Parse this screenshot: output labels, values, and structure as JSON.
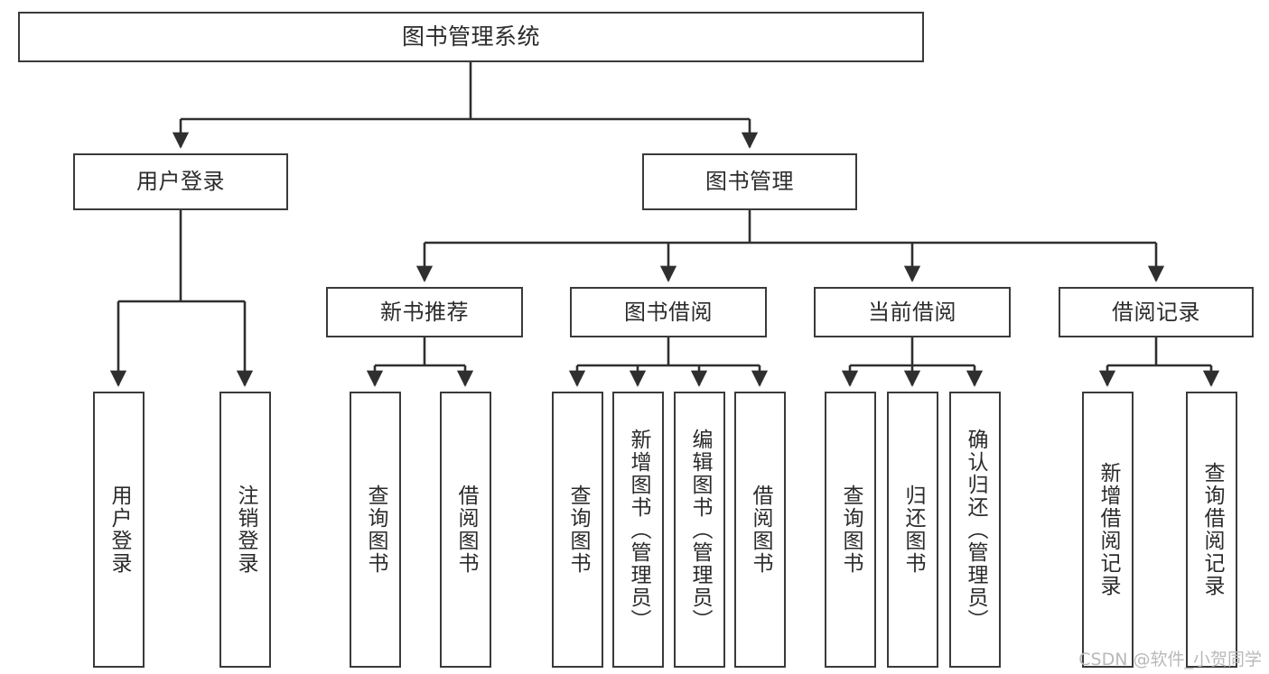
{
  "diagram": {
    "type": "tree",
    "title": "图书管理系统",
    "watermark": "CSDN @软件_小贺同学",
    "colors": {
      "node_border": "#3a3a3a",
      "node_fill": "#ffffff",
      "link": "#2f2f2f",
      "text": "#2b2b2b",
      "watermark": "#b9b9b9"
    },
    "nodes": {
      "root": {
        "label": "图书管理系统"
      },
      "level1": [
        {
          "label": "用户登录"
        },
        {
          "label": "图书管理"
        }
      ],
      "level2": [
        {
          "label": "新书推荐"
        },
        {
          "label": "图书借阅"
        },
        {
          "label": "当前借阅"
        },
        {
          "label": "借阅记录"
        }
      ],
      "leaves": {
        "user_login": [
          {
            "label": "用户登录"
          },
          {
            "label": "注销登录"
          }
        ],
        "new_book": [
          {
            "label": "查询图书"
          },
          {
            "label": "借阅图书"
          }
        ],
        "borrow_book": [
          {
            "label": "查询图书"
          },
          {
            "label": "新增图书（管理员）"
          },
          {
            "label": "编辑图书（管理员）"
          },
          {
            "label": "借阅图书"
          }
        ],
        "current_borrow": [
          {
            "label": "查询图书"
          },
          {
            "label": "归还图书"
          },
          {
            "label": "确认归还（管理员）"
          }
        ],
        "borrow_record": [
          {
            "label": "新增借阅记录"
          },
          {
            "label": "查询借阅记录"
          }
        ]
      }
    }
  }
}
